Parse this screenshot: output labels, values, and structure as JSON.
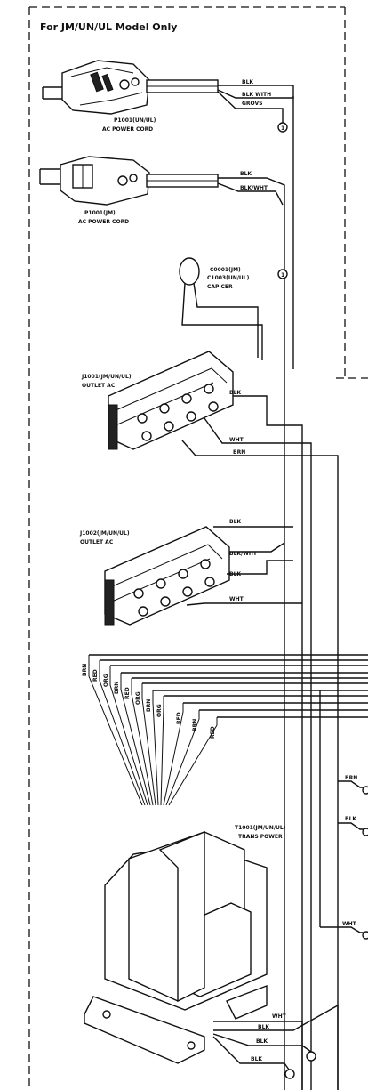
{
  "header": {
    "title": "For JM/UN/UL  Model  Only"
  },
  "cord_ul": {
    "ref": "P1001(UN/UL)",
    "desc": "AC POWER CORD",
    "wire_a": "BLK",
    "wire_b_line1": "BLK WITH",
    "wire_b_line2": "GROVS",
    "terminal": "1"
  },
  "cord_jm": {
    "ref": "P1001(JM)",
    "desc": "AC POWER CORD",
    "wire_a": "BLK",
    "wire_b": "BLK/WHT",
    "terminal": "1"
  },
  "capacitor": {
    "line1": "C0001(JM)",
    "line2": "C1003(UN/UL)",
    "line3": "CAP CER"
  },
  "outlet1": {
    "ref": "J1001(JM/UN/UL)",
    "desc": "OUTLET AC",
    "wire_1": "BLK",
    "wire_2": "WHT",
    "wire_3": "BRN"
  },
  "outlet2": {
    "ref": "J1002(JM/UN/UL)",
    "desc": "OUTLET AC",
    "wire_1": "BLK",
    "wire_2": "BLK/WHT",
    "wire_3": "BLK",
    "wire_4": "WHT"
  },
  "transformer": {
    "ref": "T1001(JM/UN/UL)",
    "desc": "TRANS POWER",
    "leads": [
      "BRN",
      "RED",
      "ORG",
      "BRN",
      "RED",
      "ORG",
      "BRN",
      "ORG",
      "RED",
      "BRN",
      "RED"
    ],
    "right_labels": [
      "BRN",
      "BLK",
      "WHT"
    ],
    "bottom_labels": [
      "WHT",
      "BLK",
      "BLK",
      "BLK"
    ]
  }
}
